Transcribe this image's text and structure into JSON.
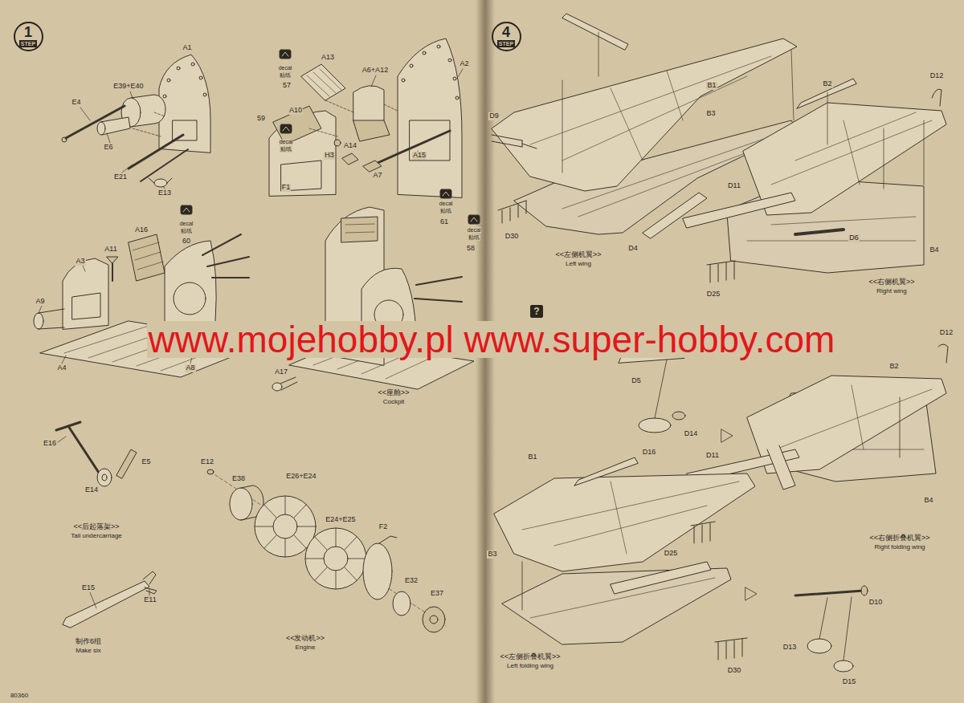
{
  "diagram": {
    "nodes": [
      {
        "text": [
          "STEP",
          "1"
        ]
      },
      {
        "text": [
          "STEP",
          "4"
        ]
      },
      {
        "text": [
          "?"
        ]
      }
    ],
    "edges": [],
    "labels": [
      "A1",
      "E39+E40",
      "E4",
      "E6",
      "E21",
      "E13",
      "decal",
      "贴纸",
      "57",
      "A13",
      "A6+A12",
      "A2",
      "59",
      "A10",
      "decal",
      "贴纸",
      "H3",
      "A14",
      "A15",
      "A7",
      "F1",
      "A16",
      "decal",
      "贴纸",
      "60",
      "A11",
      "A3",
      "A9",
      "A4",
      "A8",
      "decal",
      "贴纸",
      "61",
      "decal",
      "贴纸",
      "58",
      "A17",
      "<<座舱>>",
      "Cockpit",
      "E16",
      "E5",
      "E14",
      "<<后起落架>>",
      "Tail undercarriage",
      "E12",
      "E38",
      "E26+E24",
      "E24+E25",
      "F2",
      "E32",
      "E37",
      "<<发动机>>",
      "Engine",
      "E15",
      "E11",
      "制作6组",
      "Make six",
      "80360",
      "www.mojehobby.pl www.super-hobby.com",
      "D12",
      "B1",
      "B2",
      "B3",
      "D9",
      "D11",
      "D30",
      "D6",
      "D4",
      "B4",
      "<<左侧机翼>>",
      "Left wing",
      "<<右侧机翼>>",
      "Right wing",
      "D25",
      "D12",
      "B2",
      "D5",
      "D14",
      "D16",
      "D11",
      "B1",
      "B4",
      "<<右侧折叠机翼>>",
      "Right folding wing",
      "D25",
      "B3",
      "D10",
      "D13",
      "<<左侧折叠机翼>>",
      "Left folding wing",
      "D30",
      "D15"
    ]
  }
}
